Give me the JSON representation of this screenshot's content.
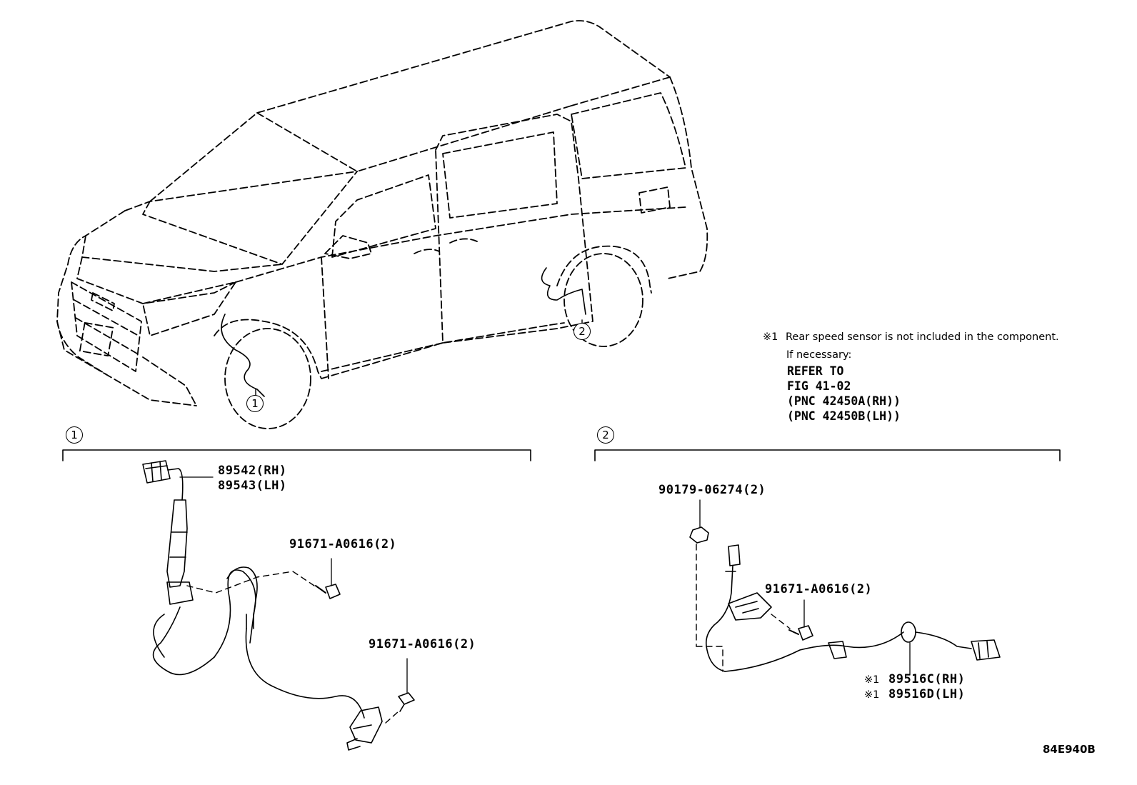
{
  "note": {
    "mark": "※1",
    "line1": "Rear speed sensor is not included in the component.",
    "line2": "If necessary:",
    "line3": "REFER TO",
    "line4": "FIG 41-02",
    "line5": "(PNC 42450A(RH))",
    "line6": "(PNC 42450B(LH))"
  },
  "callouts": {
    "one": "1",
    "two": "2"
  },
  "section1": {
    "sensor_rh": "89542(RH)",
    "sensor_lh": "89543(LH)",
    "bolt_a": "91671-A0616(2)",
    "bolt_b": "91671-A0616(2)"
  },
  "section2": {
    "nut": "90179-06274(2)",
    "bolt": "91671-A0616(2)",
    "sensor_rh": "89516C(RH)",
    "sensor_lh": "89516D(LH)",
    "mark": "※1"
  },
  "figure_ref": "84E940B"
}
